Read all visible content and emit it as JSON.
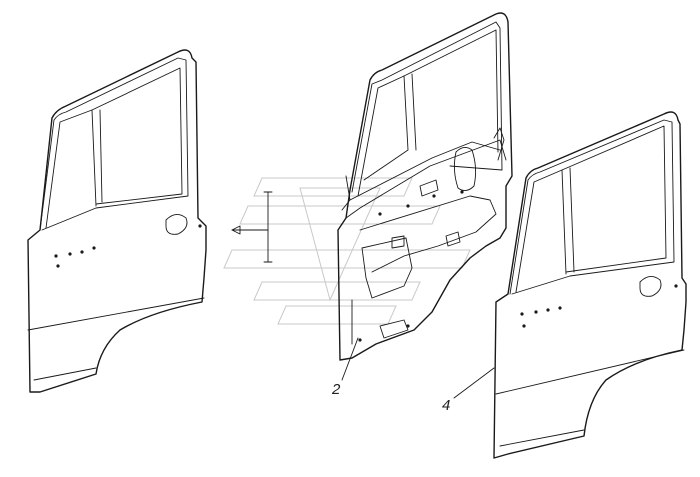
{
  "diagram": {
    "kind": "exploded parts drawing",
    "line_color": "#1a1a1a",
    "watermark_color": "#c9c9c9",
    "callouts": [
      {
        "id": "callout-2",
        "label": "2",
        "part": "door-inner-frame"
      },
      {
        "id": "callout-4",
        "label": "4",
        "part": "door-outer-panel-right"
      }
    ]
  }
}
